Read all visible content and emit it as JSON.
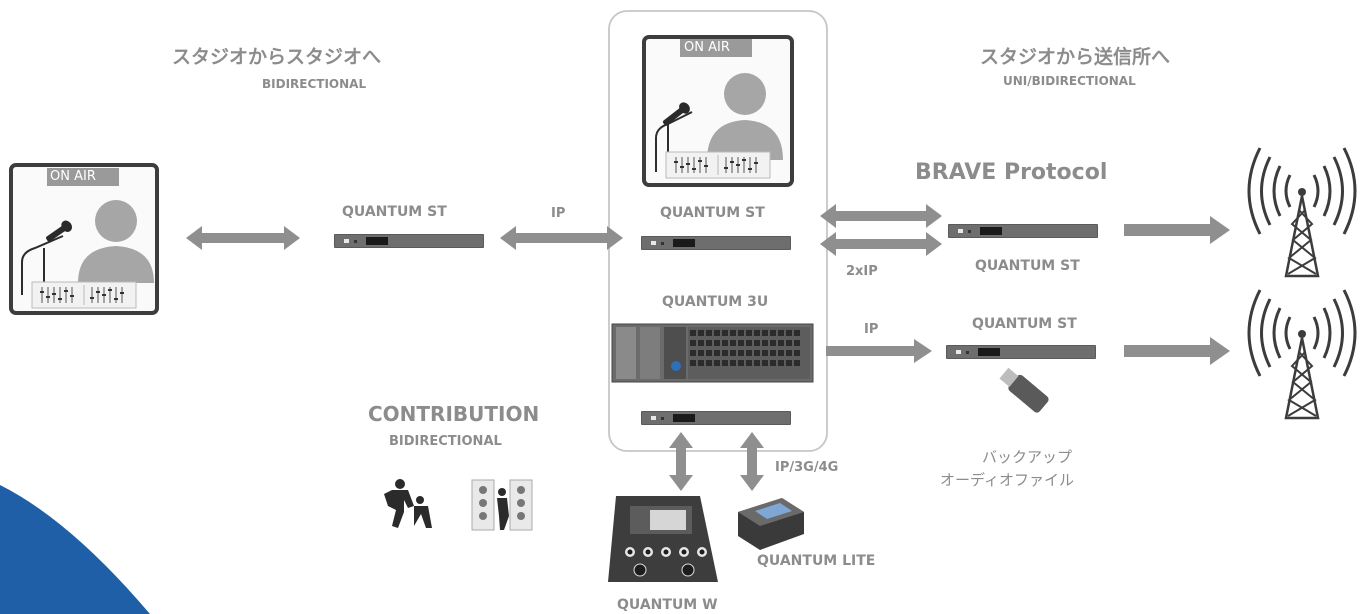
{
  "headings": {
    "studio_to_studio_jp": "スタジオからスタジオへ",
    "studio_to_studio_en": "BIDIRECTIONAL",
    "studio_to_tx_jp": "スタジオから送信所へ",
    "studio_to_tx_en": "UNI/BIDIRECTIONAL",
    "brave_protocol": "BRAVE Protocol",
    "contribution": "CONTRIBUTION",
    "contribution_sub": "BIDIRECTIONAL"
  },
  "on_air": "ON AIR",
  "devices": {
    "quantum_st_left": "QUANTUM ST",
    "quantum_st_center": "QUANTUM ST",
    "quantum_3u": "QUANTUM 3U",
    "quantum_st_right_top": "QUANTUM ST",
    "quantum_st_right_bottom": "QUANTUM ST",
    "quantum_lite": "QUANTUM LITE",
    "quantum_w": "QUANTUM W"
  },
  "links": {
    "ip_left": "IP",
    "two_ip": "2xIP",
    "ip_right": "IP",
    "ip_3g_4g": "IP/3G/4G"
  },
  "backup": {
    "line1": "バックアップ",
    "line2": "オーディオファイル"
  },
  "usb_label": "USB",
  "colors": {
    "gray": "#8c8c8c",
    "arrow": "#8f8f8f",
    "dark": "#3c3c3c",
    "accent_blue": "#1f5fa8"
  }
}
